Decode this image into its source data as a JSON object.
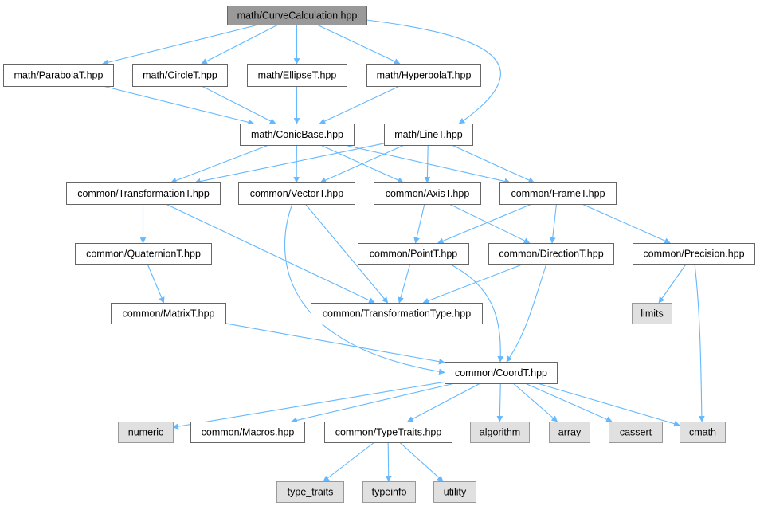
{
  "nodes": [
    {
      "id": "curve",
      "label": "math/CurveCalculation.hpp",
      "kind": "root"
    },
    {
      "id": "parabola",
      "label": "math/ParabolaT.hpp",
      "kind": "file"
    },
    {
      "id": "circle",
      "label": "math/CircleT.hpp",
      "kind": "file"
    },
    {
      "id": "ellipse",
      "label": "math/EllipseT.hpp",
      "kind": "file"
    },
    {
      "id": "hyperbola",
      "label": "math/HyperbolaT.hpp",
      "kind": "file"
    },
    {
      "id": "conicbase",
      "label": "math/ConicBase.hpp",
      "kind": "file"
    },
    {
      "id": "line",
      "label": "math/LineT.hpp",
      "kind": "file"
    },
    {
      "id": "transform",
      "label": "common/TransformationT.hpp",
      "kind": "file"
    },
    {
      "id": "vector",
      "label": "common/VectorT.hpp",
      "kind": "file"
    },
    {
      "id": "axis",
      "label": "common/AxisT.hpp",
      "kind": "file"
    },
    {
      "id": "frame",
      "label": "common/FrameT.hpp",
      "kind": "file"
    },
    {
      "id": "quaternion",
      "label": "common/QuaternionT.hpp",
      "kind": "file"
    },
    {
      "id": "point",
      "label": "common/PointT.hpp",
      "kind": "file"
    },
    {
      "id": "direction",
      "label": "common/DirectionT.hpp",
      "kind": "file"
    },
    {
      "id": "precision",
      "label": "common/Precision.hpp",
      "kind": "file"
    },
    {
      "id": "matrix",
      "label": "common/MatrixT.hpp",
      "kind": "file"
    },
    {
      "id": "ttype",
      "label": "common/TransformationType.hpp",
      "kind": "file"
    },
    {
      "id": "limits",
      "label": "limits",
      "kind": "sys"
    },
    {
      "id": "coord",
      "label": "common/CoordT.hpp",
      "kind": "file"
    },
    {
      "id": "numeric",
      "label": "numeric",
      "kind": "sys"
    },
    {
      "id": "macros",
      "label": "common/Macros.hpp",
      "kind": "file"
    },
    {
      "id": "typetraits",
      "label": "common/TypeTraits.hpp",
      "kind": "file"
    },
    {
      "id": "algorithm",
      "label": "algorithm",
      "kind": "sys"
    },
    {
      "id": "array",
      "label": "array",
      "kind": "sys"
    },
    {
      "id": "cassert",
      "label": "cassert",
      "kind": "sys"
    },
    {
      "id": "cmath",
      "label": "cmath",
      "kind": "sys"
    },
    {
      "id": "type_traits",
      "label": "type_traits",
      "kind": "sys"
    },
    {
      "id": "typeinfo",
      "label": "typeinfo",
      "kind": "sys"
    },
    {
      "id": "utility",
      "label": "utility",
      "kind": "sys"
    }
  ],
  "edges": [
    [
      "curve",
      "parabola"
    ],
    [
      "curve",
      "circle"
    ],
    [
      "curve",
      "ellipse"
    ],
    [
      "curve",
      "hyperbola"
    ],
    [
      "curve",
      "line"
    ],
    [
      "parabola",
      "conicbase"
    ],
    [
      "circle",
      "conicbase"
    ],
    [
      "ellipse",
      "conicbase"
    ],
    [
      "hyperbola",
      "conicbase"
    ],
    [
      "conicbase",
      "transform"
    ],
    [
      "conicbase",
      "vector"
    ],
    [
      "conicbase",
      "axis"
    ],
    [
      "conicbase",
      "frame"
    ],
    [
      "line",
      "transform"
    ],
    [
      "line",
      "vector"
    ],
    [
      "line",
      "axis"
    ],
    [
      "line",
      "frame"
    ],
    [
      "transform",
      "quaternion"
    ],
    [
      "transform",
      "ttype"
    ],
    [
      "quaternion",
      "matrix"
    ],
    [
      "matrix",
      "coord"
    ],
    [
      "vector",
      "ttype"
    ],
    [
      "vector",
      "coord"
    ],
    [
      "axis",
      "point"
    ],
    [
      "axis",
      "direction"
    ],
    [
      "frame",
      "point"
    ],
    [
      "frame",
      "direction"
    ],
    [
      "frame",
      "precision"
    ],
    [
      "point",
      "ttype"
    ],
    [
      "point",
      "coord"
    ],
    [
      "direction",
      "ttype"
    ],
    [
      "direction",
      "coord"
    ],
    [
      "precision",
      "limits"
    ],
    [
      "precision",
      "cmath"
    ],
    [
      "coord",
      "numeric"
    ],
    [
      "coord",
      "macros"
    ],
    [
      "coord",
      "typetraits"
    ],
    [
      "coord",
      "algorithm"
    ],
    [
      "coord",
      "array"
    ],
    [
      "coord",
      "cassert"
    ],
    [
      "coord",
      "cmath"
    ],
    [
      "typetraits",
      "type_traits"
    ],
    [
      "typetraits",
      "typeinfo"
    ],
    [
      "typetraits",
      "utility"
    ]
  ],
  "colors": {
    "edge": "#63b8ff",
    "root_fill": "#999999",
    "sys_fill": "#e0e0e0",
    "file_fill": "#ffffff",
    "border": "#666666"
  }
}
